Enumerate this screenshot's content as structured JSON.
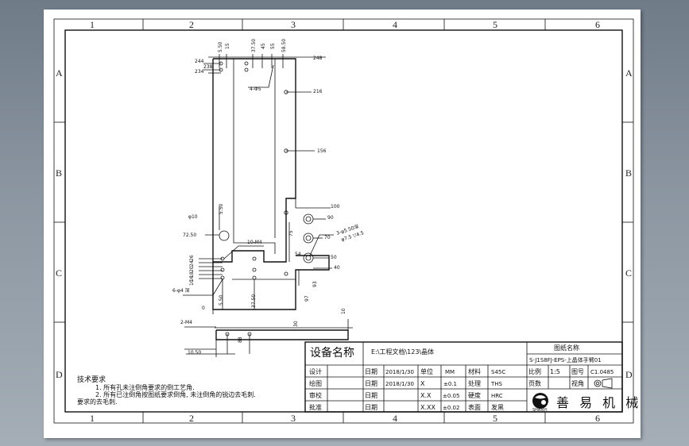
{
  "zones": {
    "cols": [
      "1",
      "2",
      "3",
      "4",
      "5",
      "6"
    ],
    "rows": [
      "A",
      "B",
      "C",
      "D"
    ]
  },
  "dims": {
    "top": [
      "5.50",
      "15",
      "37.50",
      "45",
      "55",
      "58.50"
    ],
    "left_top": [
      "244",
      "238",
      "234"
    ],
    "right": [
      "248",
      "216",
      "156",
      "100",
      "90",
      "70",
      "50",
      "40"
    ],
    "hole_label": "4-Φ5",
    "phi10": "φ10",
    "d550": "5.50",
    "d7250": "72.50",
    "d10m4": "10-M4",
    "d54": "54",
    "d75": "75",
    "hole_spec": "3-φ5.50深",
    "hole_spec2": "φ7.5 ▽4.5",
    "left_stack": [
      "26",
      "24",
      "20",
      "18",
      "16",
      "10"
    ],
    "phi4": "6-φ4 深",
    "bottom_a": "5.50",
    "bottom_b": "37.50",
    "d0": "0",
    "d97": "97",
    "d93": "93",
    "d2m4": "2-M4",
    "d10": "10",
    "d30": "30",
    "d88": "88",
    "d1050": "10.50"
  },
  "title_block": {
    "device_label": "设备名称",
    "file_path": "E:\\工程文档\\123\\晶体",
    "drawing_name_label": "图纸名称",
    "drawing_name": "S-J1S8FJ-EPS-上晶体手臂01",
    "rows": [
      {
        "label": "设计",
        "date_label": "日期",
        "date": "2018/1/30",
        "unit_label": "单位",
        "unit": "MM",
        "mat_label": "材料",
        "mat": "S45C"
      },
      {
        "label": "绘图",
        "date_label": "日期",
        "date": "2018/1/30",
        "unit_label": "X",
        "unit": "±0.1",
        "mat_label": "处理",
        "mat": "THS"
      },
      {
        "label": "审校",
        "date_label": "日期",
        "date": "",
        "unit_label": "X.X",
        "unit": "±0.05",
        "mat_label": "硬度",
        "mat": "HRC"
      },
      {
        "label": "批准",
        "date_label": "日期",
        "date": "",
        "unit_label": "X.XX",
        "unit": "±0.02",
        "mat_label": "表面",
        "mat": "发黑"
      }
    ],
    "scale_label": "比例",
    "scale": "1:5",
    "view_label": "视角",
    "qty_label": "图号",
    "qty": "C1.0485",
    "page_label": "页数",
    "company": "善 易 机 械",
    "logo_text": "SHANYI"
  },
  "notes": {
    "heading": "技术要求",
    "lines": [
      "1. 所有孔未注倒角要求的倒工艺角.",
      "2. 所有已注倒角按图纸要求倒角, 未注倒角的锐边去毛刺.",
      "要求的去毛刺."
    ]
  }
}
